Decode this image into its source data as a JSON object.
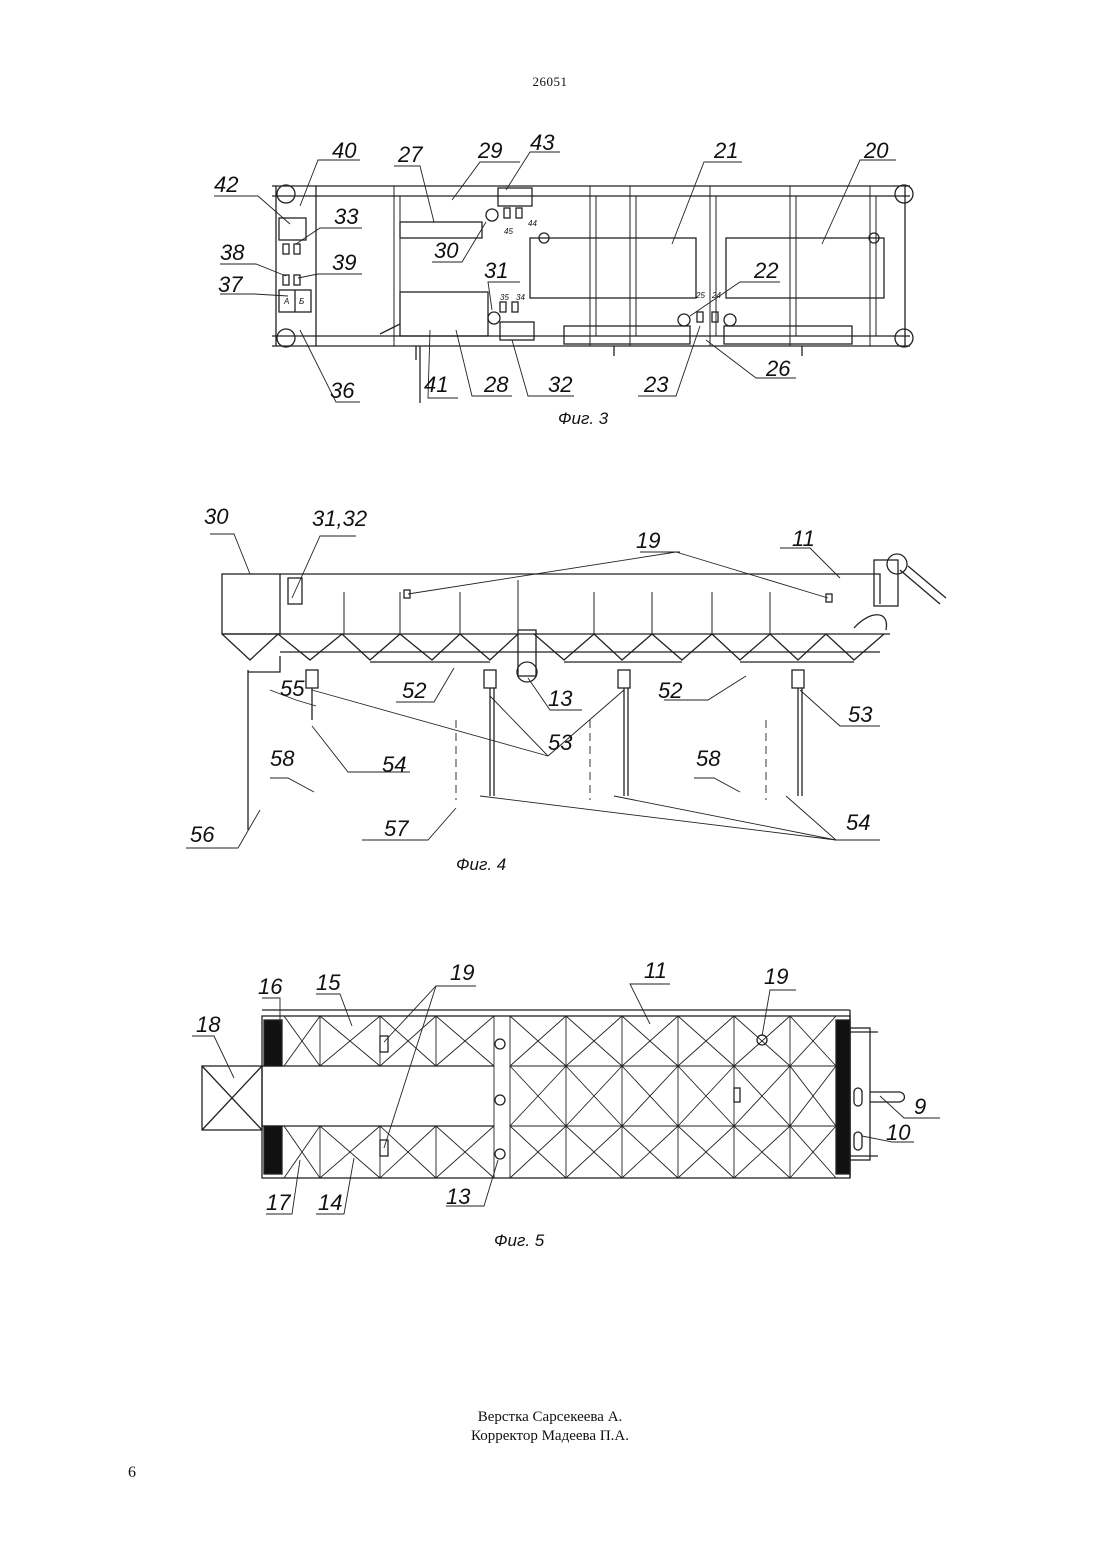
{
  "header": {
    "doc_number": "26051"
  },
  "fig3": {
    "caption": "Фиг. 3",
    "labels": [
      "40",
      "27",
      "29",
      "43",
      "21",
      "20",
      "42",
      "33",
      "30",
      "38",
      "39",
      "37",
      "31",
      "22",
      "25",
      "24",
      "35",
      "34",
      "44",
      "45",
      "А",
      "Б",
      "36",
      "41",
      "28",
      "32",
      "23",
      "26"
    ]
  },
  "fig4": {
    "caption": "Фиг. 4",
    "labels": [
      "30",
      "31,32",
      "19",
      "11",
      "55",
      "52",
      "13",
      "53",
      "58",
      "54",
      "56",
      "57"
    ]
  },
  "fig5": {
    "caption": "Фиг. 5",
    "labels": [
      "16",
      "15",
      "19",
      "11",
      "18",
      "9",
      "10",
      "17",
      "14",
      "13"
    ]
  },
  "footer": {
    "layout_line": "Верстка Сарсекеева А.",
    "corrector_line": "Корректор Мадеева П.А."
  },
  "page_number": "6"
}
